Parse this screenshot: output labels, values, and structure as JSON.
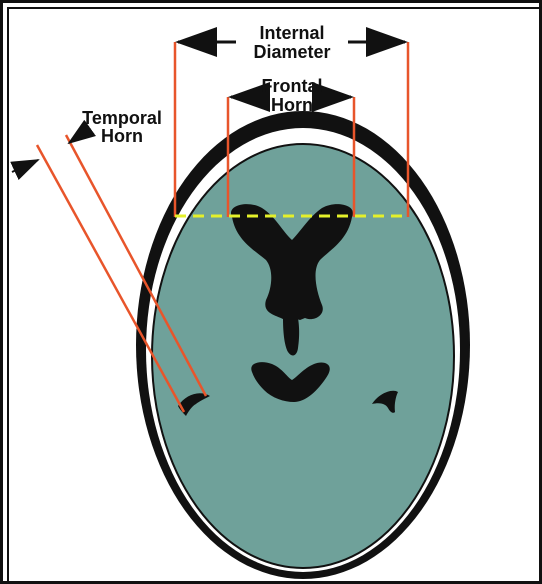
{
  "diagram": {
    "labels": {
      "internal_diameter_line1": "Internal",
      "internal_diameter_line2": "Diameter",
      "frontal_horn_line1": "Frontal",
      "frontal_horn_line2": "Horn",
      "temporal_horn_line1": "Temporal",
      "temporal_horn_line2": "Horn"
    },
    "colors": {
      "brain": "#6fa19a",
      "skull": "#111111",
      "ventricle": "#111111",
      "measure_line": "#e8552b",
      "diameter_dash": "#e4f02a",
      "frame": "#111111",
      "background": "#ffffff"
    }
  }
}
